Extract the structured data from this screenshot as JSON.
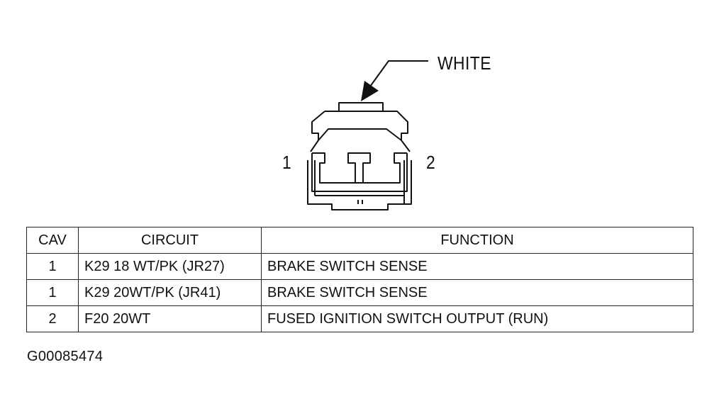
{
  "callout": {
    "label": "WHITE"
  },
  "pins": {
    "left": "1",
    "right": "2"
  },
  "table": {
    "headers": {
      "cav": "CAV",
      "circuit": "CIRCUIT",
      "function": "FUNCTION"
    },
    "rows": [
      {
        "cav": "1",
        "circuit": "K29 18 WT/PK (JR27)",
        "function": "BRAKE SWITCH SENSE"
      },
      {
        "cav": "1",
        "circuit": "K29 20WT/PK (JR41)",
        "function": "BRAKE SWITCH SENSE"
      },
      {
        "cav": "2",
        "circuit": "F20 20WT",
        "function": "FUSED IGNITION SWITCH OUTPUT (RUN)"
      }
    ]
  },
  "figure_id": "G00085474"
}
